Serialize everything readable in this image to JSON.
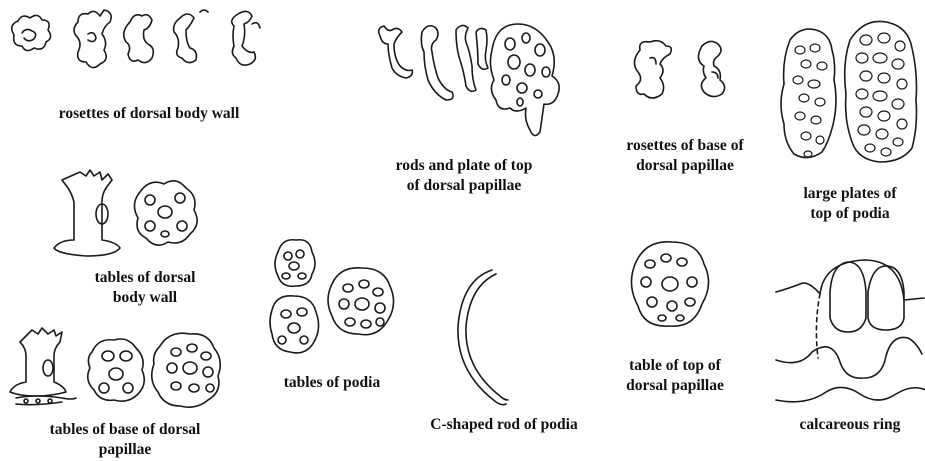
{
  "figure": {
    "captions": {
      "rosettes_dorsal_body_wall": [
        "rosettes of dorsal body wall"
      ],
      "rods_and_plate": [
        "rods and plate of top",
        "of dorsal papillae"
      ],
      "rosettes_base_papillae": [
        "rosettes of base of",
        "dorsal papillae"
      ],
      "large_plates": [
        "large plates of",
        "top of podia"
      ],
      "tables_dorsal_body_wall": [
        "tables of dorsal",
        "body wall"
      ],
      "tables_of_podia": [
        "tables of podia"
      ],
      "c_shaped_rod": [
        "C-shaped rod of podia"
      ],
      "table_top_papillae": [
        "table of top of",
        "dorsal papillae"
      ],
      "calcareous_ring": [
        "calcareous ring"
      ],
      "tables_base_papillae": [
        "tables of base of dorsal",
        "papillae"
      ]
    }
  }
}
